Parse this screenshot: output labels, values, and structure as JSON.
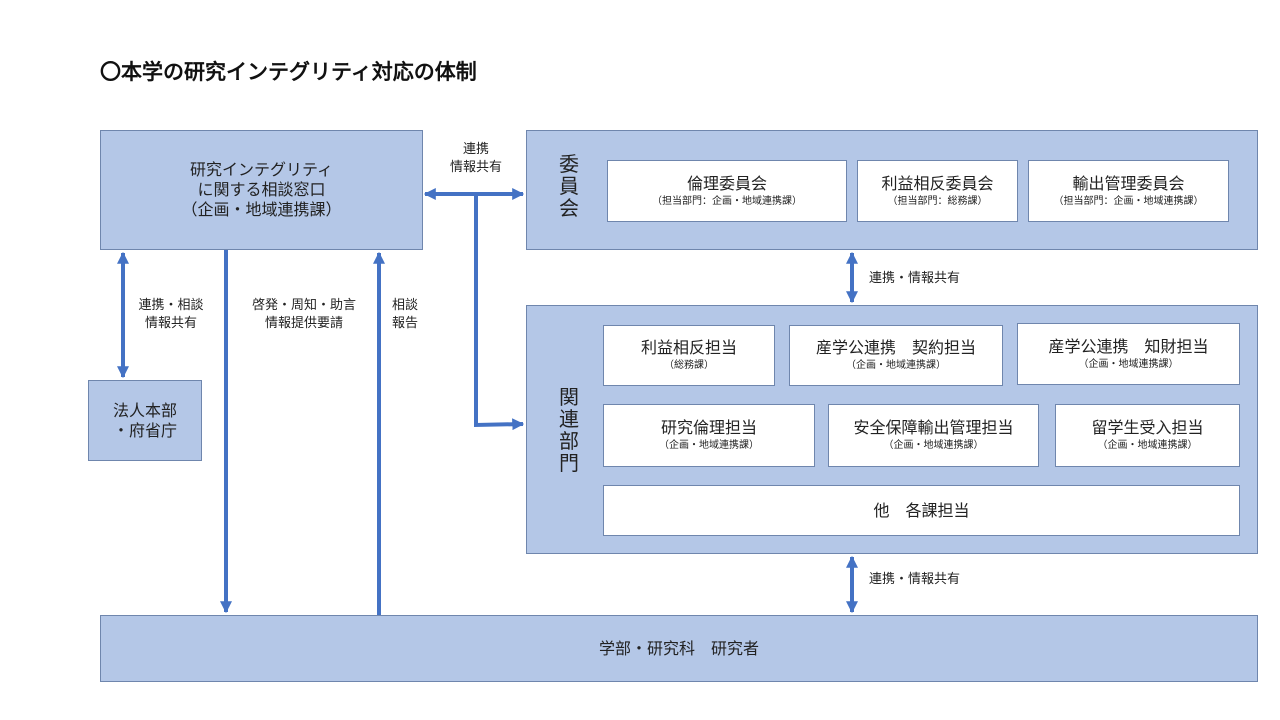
{
  "title": "〇本学の研究インテグリティ対応の体制",
  "consult": {
    "label": "研究インテグリティ\nに関する相談窓口\n（企画・地域連携課）"
  },
  "corp": {
    "label": "法人本部\n・府省庁"
  },
  "committee": {
    "label": "委員会",
    "items": [
      {
        "name": "倫理委員会",
        "dept": "（担当部門：企画・地域連携課）"
      },
      {
        "name": "利益相反委員会",
        "dept": "（担当部門：総務課）"
      },
      {
        "name": "輸出管理委員会",
        "dept": "（担当部門：企画・地域連携課）"
      }
    ]
  },
  "related": {
    "label": "関連部門",
    "items": [
      {
        "name": "利益相反担当",
        "dept": "（総務課）"
      },
      {
        "name": "産学公連携　契約担当",
        "dept": "（企画・地域連携課）"
      },
      {
        "name": "産学公連携　知財担当",
        "dept": "（企画・地域連携課）"
      },
      {
        "name": "研究倫理担当",
        "dept": "（企画・地域連携課）"
      },
      {
        "name": "安全保障輸出管理担当",
        "dept": "（企画・地域連携課）"
      },
      {
        "name": "留学生受入担当",
        "dept": "（企画・地域連携課）"
      }
    ],
    "other": "他　各課担当"
  },
  "faculty": {
    "label": "学部・研究科　研究者"
  },
  "edges": {
    "top_link": "連携\n情報共有",
    "corp_link": "連携・相談\n情報共有",
    "downward": "啓発・周知・助言\n情報提供要請",
    "upward": "相談\n報告",
    "committee_related": "連携・情報共有",
    "related_faculty": "連携・情報共有"
  },
  "colors": {
    "box_fill": "#b4c7e7",
    "box_border": "#6f86ad",
    "arrow": "#4472c4"
  }
}
